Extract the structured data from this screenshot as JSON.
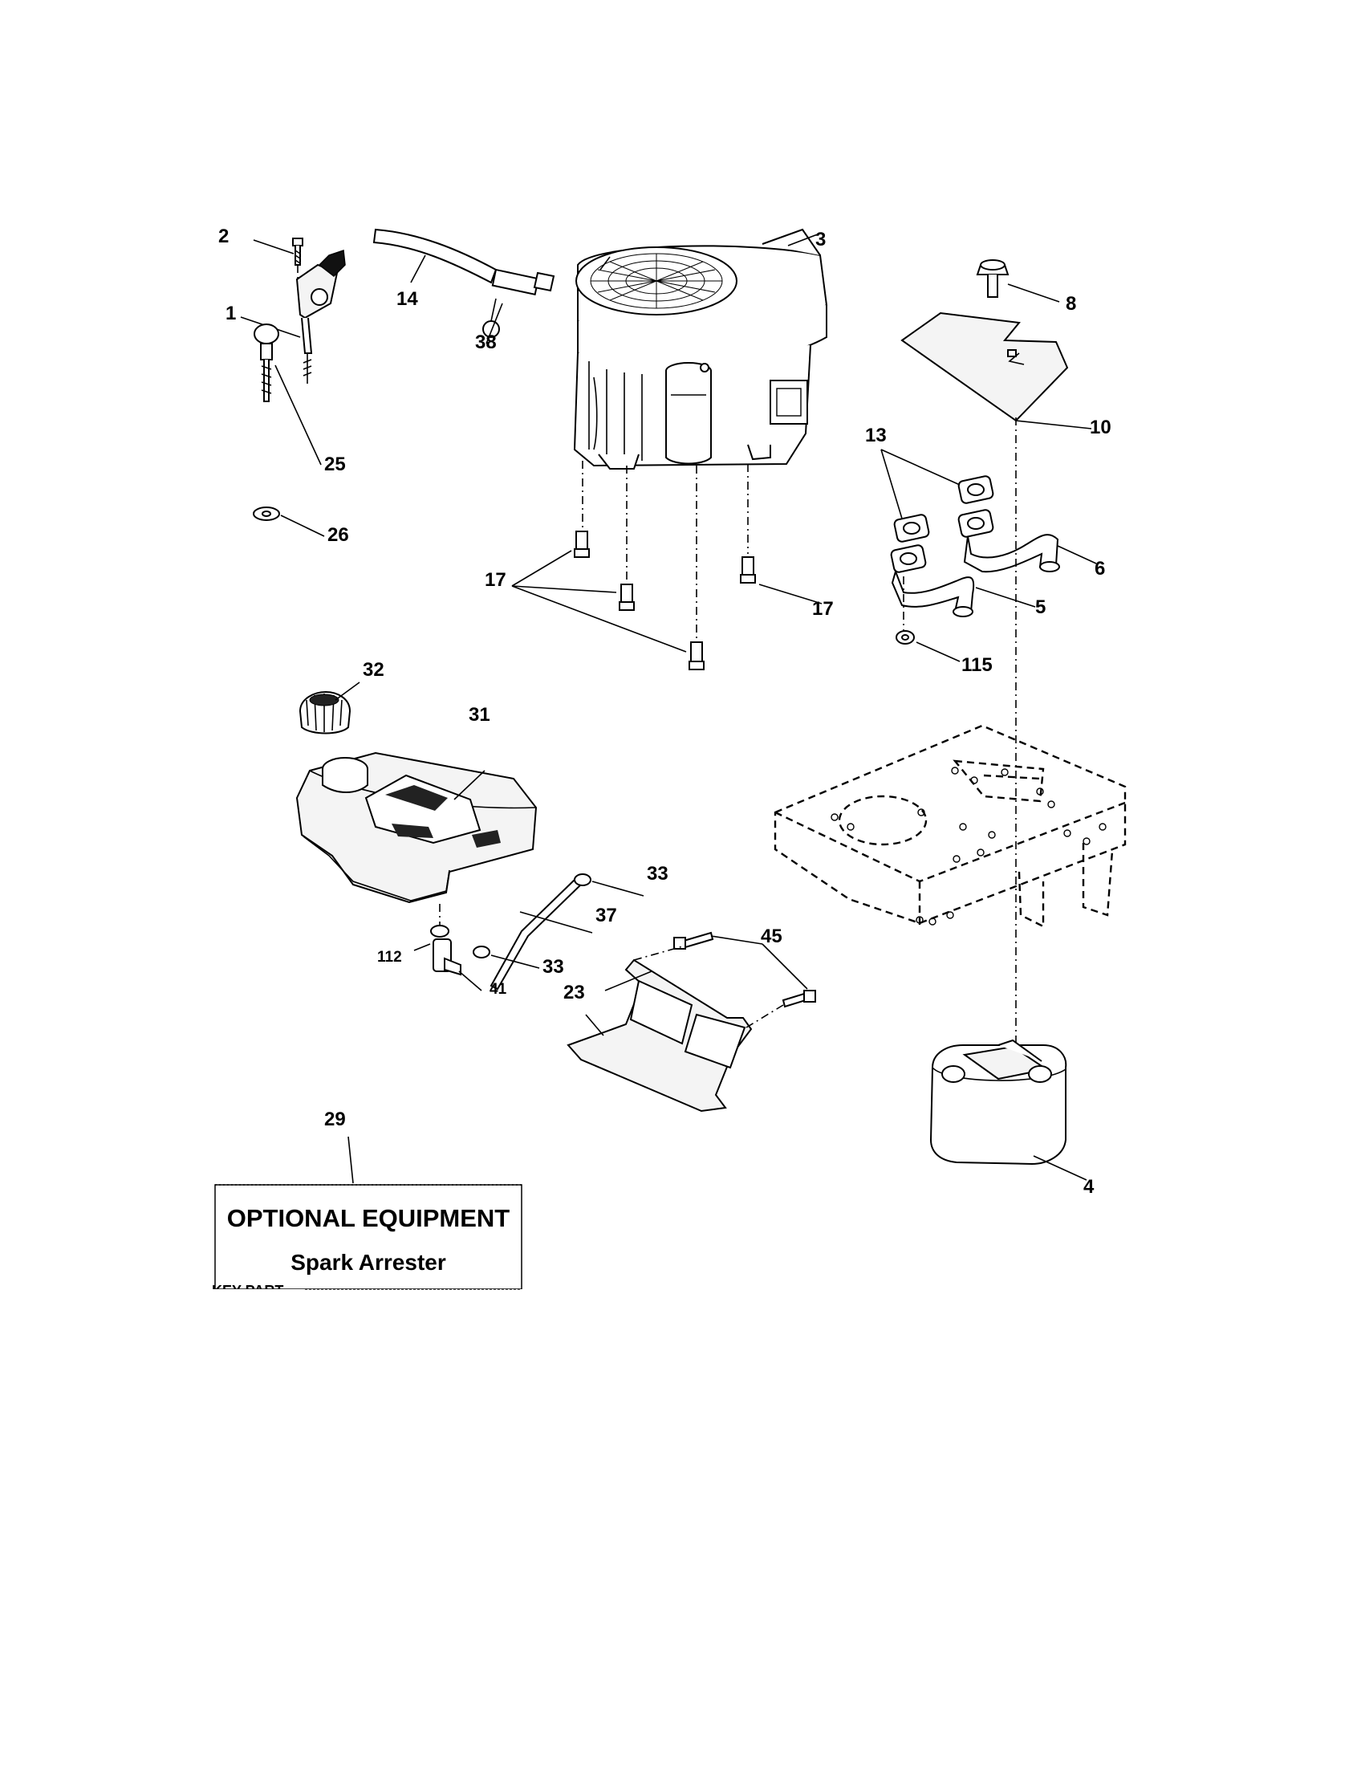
{
  "diagram": {
    "callouts": {
      "c1": "1",
      "c2": "2",
      "c3": "3",
      "c4": "4",
      "c5": "5",
      "c6": "6",
      "c8": "8",
      "c10": "10",
      "c13": "13",
      "c14": "14",
      "c17a": "17",
      "c17b": "17",
      "c23": "23",
      "c25": "25",
      "c26": "26",
      "c29": "29",
      "c31": "31",
      "c32": "32",
      "c33a": "33",
      "c33b": "33",
      "c37": "37",
      "c38": "38",
      "c41": "41",
      "c45": "45",
      "c112": "112",
      "c115": "115"
    },
    "optional_box": {
      "title": "OPTIONAL EQUIPMENT",
      "item": "Spark Arrester",
      "cut_text": "KEY PART"
    }
  }
}
